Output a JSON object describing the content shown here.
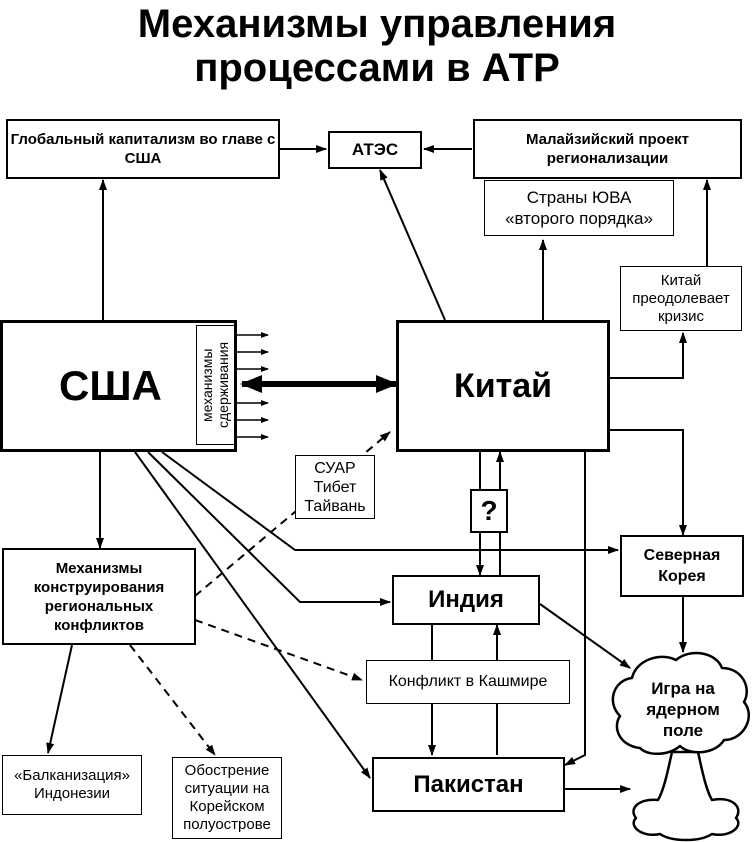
{
  "title_line1": "Механизмы управления",
  "title_line2": "процессами в АТР",
  "nodes": {
    "global_capitalism": "Глобальный капитализм во главе с США",
    "apec": "АТЭС",
    "malaysian_project": "Малайзийский проект регионализации",
    "sea_countries": "Страны ЮВА «второго порядка»",
    "china_crisis": "Китай преодолевает кризис",
    "usa": "США",
    "containment": "механизмы сдерживания",
    "china": "Китай",
    "xuar": "СУАР Тибет Тайвань",
    "question": "?",
    "north_korea": "Северная Корея",
    "regional_conflicts": "Механизмы конструирования региональных конфликтов",
    "india": "Индия",
    "kashmir": "Конфликт в Кашмире",
    "nuclear_game": "Игра на ядерном поле",
    "balkanization": "«Балканизация» Индонезии",
    "korean_escalation": "Обострение ситуации на Корейском полуострове",
    "pakistan": "Пакистан"
  }
}
